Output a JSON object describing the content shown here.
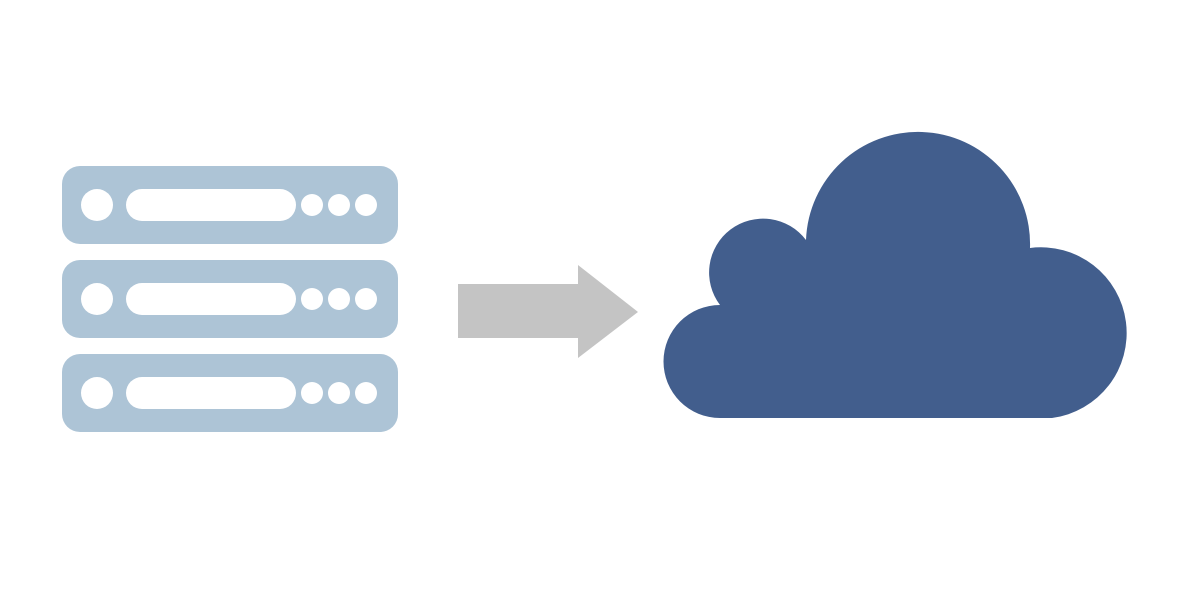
{
  "diagram": {
    "nodes": [
      {
        "id": "server-stack",
        "icon": "server-stack-icon",
        "units": 3,
        "color": "#adc4d6"
      },
      {
        "id": "cloud",
        "icon": "cloud-icon",
        "color": "#425e8d"
      }
    ],
    "edges": [
      {
        "from": "server-stack",
        "to": "cloud",
        "icon": "arrow-right-icon",
        "color": "#c4c4c4"
      }
    ],
    "colors": {
      "background": "#ffffff",
      "server": "#adc4d6",
      "server_detail": "#ffffff",
      "arrow": "#c4c4c4",
      "cloud": "#425e8d"
    }
  }
}
